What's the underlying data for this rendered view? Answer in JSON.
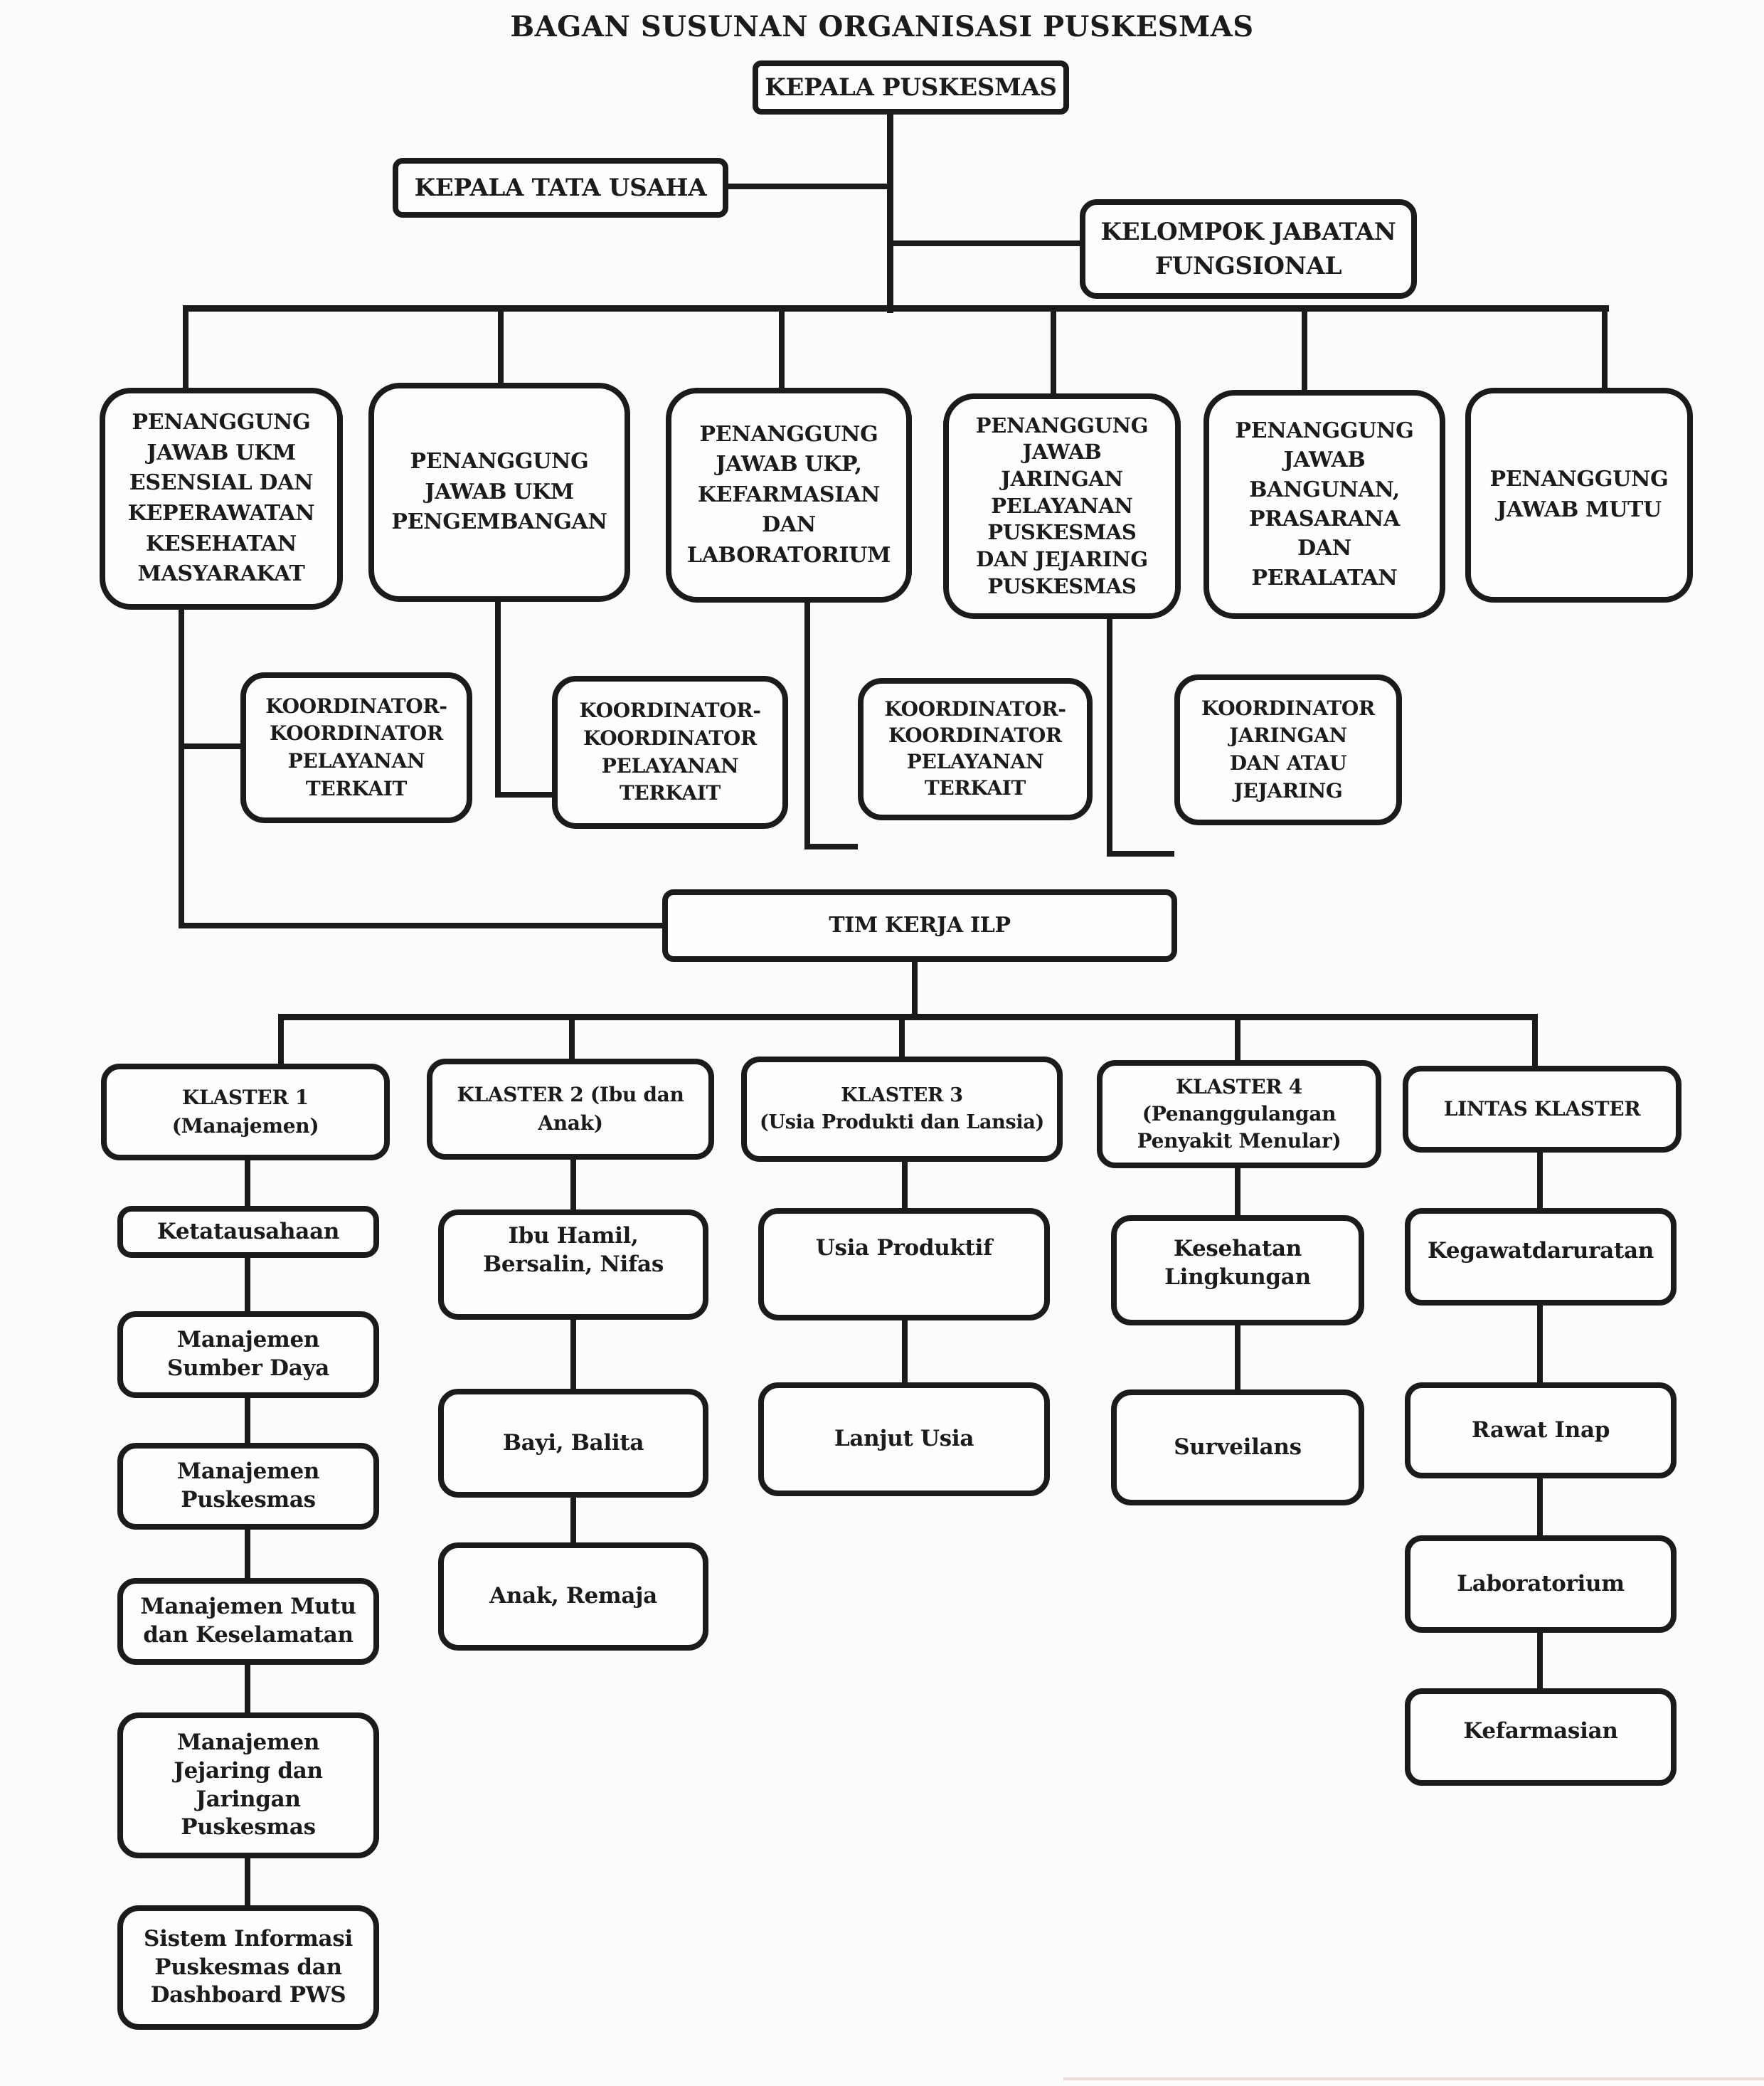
{
  "title": "BAGAN SUSUNAN ORGANISASI PUSKESMAS",
  "colors": {
    "line": "#1b1b1b",
    "background": "#fbfbf9"
  },
  "nodes": {
    "kepala_puskesmas": "KEPALA PUSKESMAS",
    "kepala_tata_usaha": "KEPALA TATA USAHA",
    "kelompok_jabatan_fungsional": "KELOMPOK JABATAN\nFUNGSIONAL",
    "pj_ukm_esensial": "PENANGGUNG\nJAWAB UKM\nESENSIAL DAN\nKEPERAWATAN\nKESEHATAN\nMASYARAKAT",
    "pj_ukm_pengembangan": "PENANGGUNG\nJAWAB UKM\nPENGEMBANGAN",
    "pj_ukp_kefarmasian": "PENANGGUNG\nJAWAB UKP,\nKEFARMASIAN\nDAN\nLABORATORIUM",
    "pj_jaringan_pelayanan": "PENANGGUNG\nJAWAB\nJARINGAN\nPELAYANAN\nPUSKESMAS\nDAN JEJARING\nPUSKESMAS",
    "pj_bangunan": "PENANGGUNG\nJAWAB\nBANGUNAN,\nPRASARANA\nDAN\nPERALATAN",
    "pj_mutu": "PENANGGUNG\nJAWAB MUTU",
    "tim_kerja_ilp": "TIM KERJA ILP"
  },
  "koordinator": [
    "KOORDINATOR-\nKOORDINATOR\nPELAYANAN\nTERKAIT",
    "KOORDINATOR-\nKOORDINATOR\nPELAYANAN\nTERKAIT",
    "KOORDINATOR-\nKOORDINATOR\nPELAYANAN\nTERKAIT",
    "KOORDINATOR\nJARINGAN\nDAN ATAU\nJEJARING"
  ],
  "klaster": [
    {
      "label": "KLASTER 1\n(Manajemen)",
      "items": [
        "Ketatausahaan",
        "Manajemen\nSumber Daya",
        "Manajemen\nPuskesmas",
        "Manajemen Mutu\ndan Keselamatan",
        "Manajemen\nJejaring dan\nJaringan\nPuskesmas",
        "Sistem Informasi\nPuskesmas dan\nDashboard PWS"
      ]
    },
    {
      "label": "KLASTER 2 (Ibu dan\nAnak)",
      "items": [
        "Ibu Hamil,\nBersalin, Nifas",
        "Bayi, Balita",
        "Anak, Remaja"
      ]
    },
    {
      "label": "KLASTER 3\n(Usia Produkti dan Lansia)",
      "items": [
        "Usia Produktif",
        "Lanjut Usia"
      ]
    },
    {
      "label": "KLASTER 4\n(Penanggulangan\nPenyakit Menular)",
      "items": [
        "Kesehatan\nLingkungan",
        "Surveilans"
      ]
    },
    {
      "label": "LINTAS KLASTER",
      "items": [
        "Kegawatdaruratan",
        "Rawat Inap",
        "Laboratorium",
        "Kefarmasian"
      ]
    }
  ]
}
